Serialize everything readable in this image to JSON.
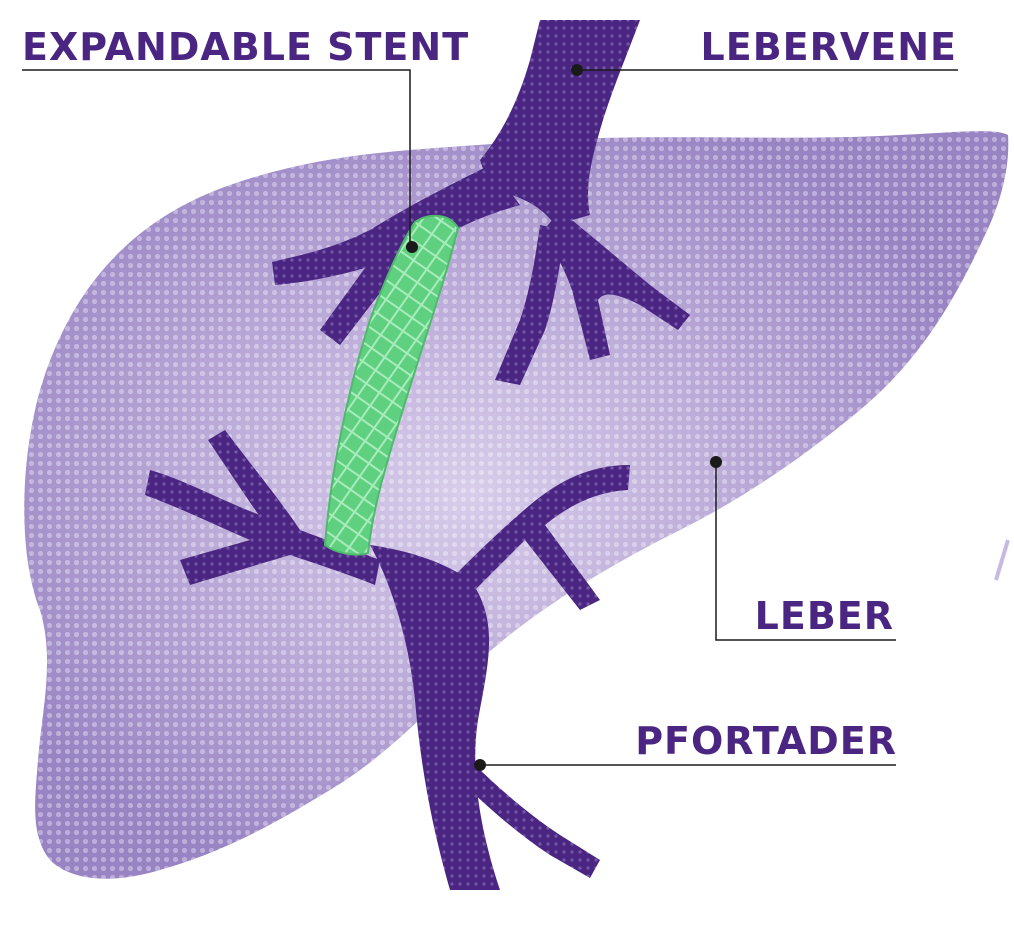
{
  "labels": {
    "stent": "EXPANDABLE STENT",
    "hepatic_vein": "LEBERVENE",
    "liver": "LEBER",
    "portal_vein": "PFORTADER"
  },
  "colors": {
    "liver": "#9e87c6",
    "liver_light": "#c7b9e1",
    "vessel": "#4a2682",
    "stent": "#5fcf80",
    "label": "#4a2682",
    "leader": "#1a1a1a",
    "background": "#ffffff"
  }
}
